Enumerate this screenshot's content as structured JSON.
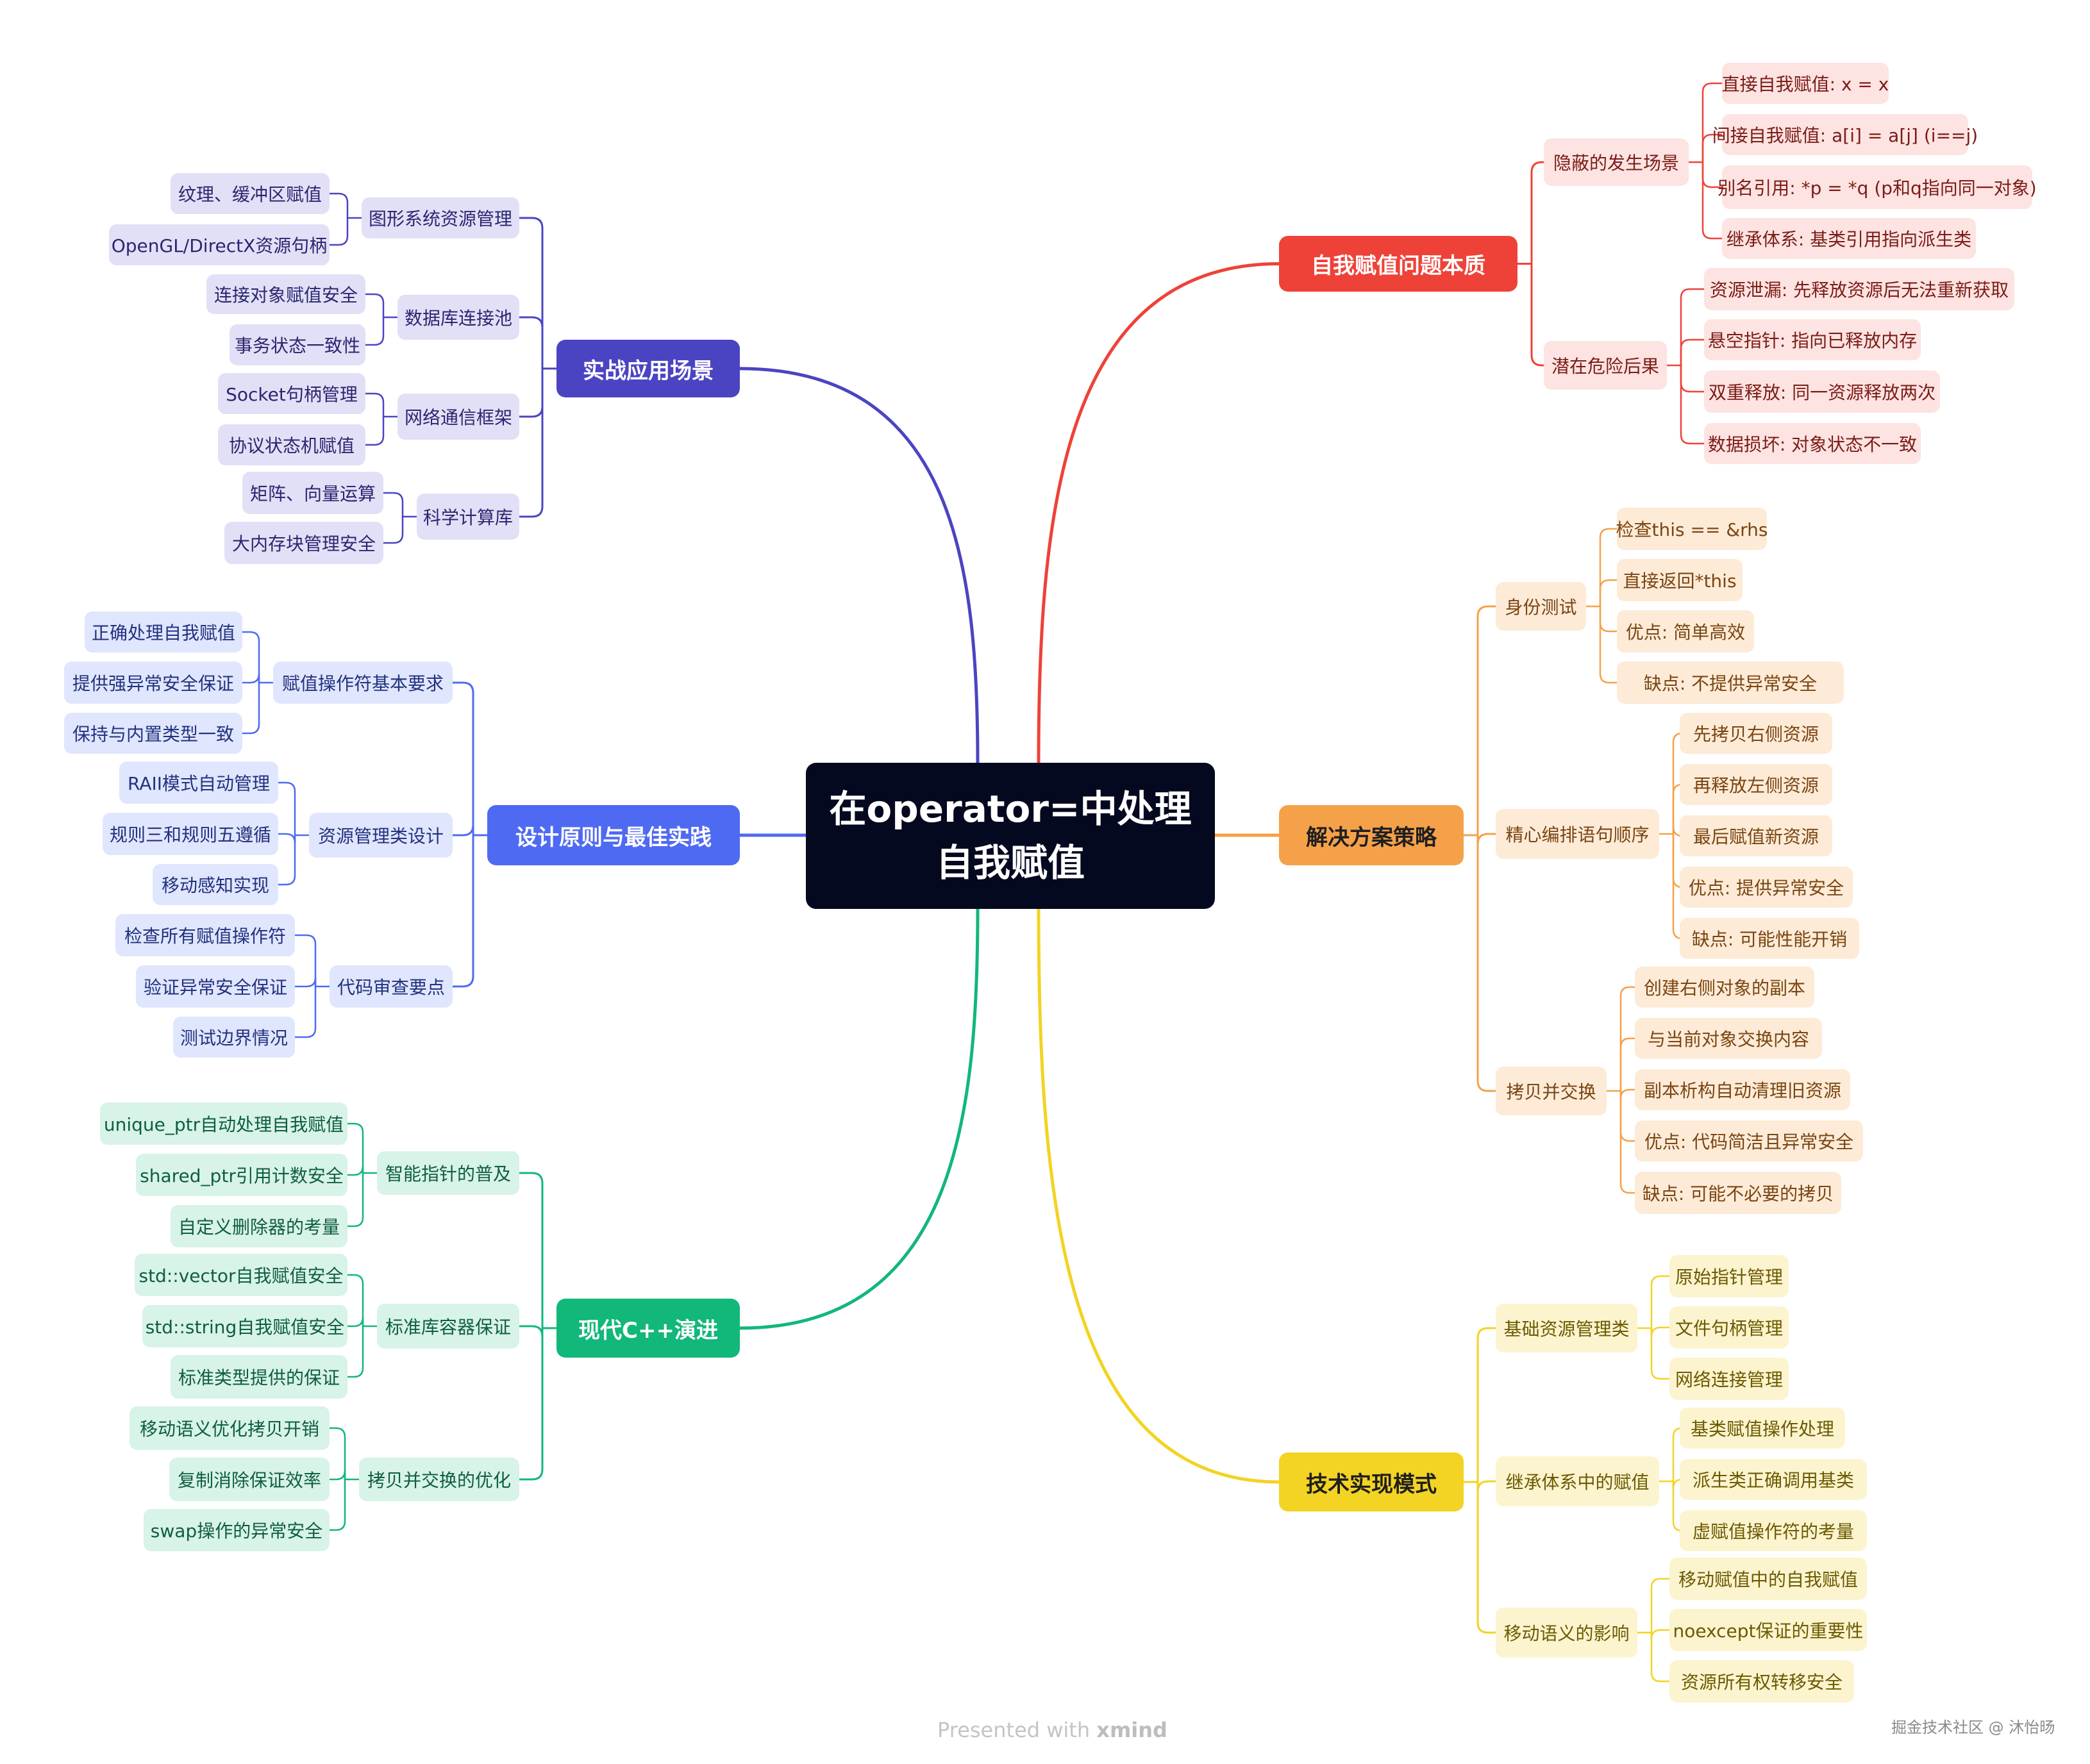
{
  "central": {
    "line1": "在operator=中处理",
    "line2": "自我赋值"
  },
  "colors": {
    "central_bg": "#05091f",
    "red": "#ee4238",
    "orange": "#f5a14a",
    "yellow": "#f3d323",
    "green": "#12b77a",
    "blue": "#4f6af2",
    "indigo": "#4b44c2"
  },
  "branches": [
    {
      "label": "自我赋值问题本质",
      "color": "red",
      "children": [
        {
          "label": "隐蔽的发生场景",
          "children": [
            "直接自我赋值: x = x",
            "间接自我赋值: a[i] = a[j] (i==j)",
            "别名引用: *p = *q (p和q指向同一对象)",
            "继承体系: 基类引用指向派生类"
          ]
        },
        {
          "label": "潜在危险后果",
          "children": [
            "资源泄漏: 先释放资源后无法重新获取",
            "悬空指针: 指向已释放内存",
            "双重释放: 同一资源释放两次",
            "数据损坏: 对象状态不一致"
          ]
        }
      ]
    },
    {
      "label": "解决方案策略",
      "color": "orange",
      "children": [
        {
          "label": "身份测试",
          "children": [
            "检查this == &rhs",
            "直接返回*this",
            "优点: 简单高效",
            "缺点: 不提供异常安全"
          ]
        },
        {
          "label": "精心编排语句顺序",
          "children": [
            "先拷贝右侧资源",
            "再释放左侧资源",
            "最后赋值新资源",
            "优点: 提供异常安全",
            "缺点: 可能性能开销"
          ]
        },
        {
          "label": "拷贝并交换",
          "children": [
            "创建右侧对象的副本",
            "与当前对象交换内容",
            "副本析构自动清理旧资源",
            "优点: 代码简洁且异常安全",
            "缺点: 可能不必要的拷贝"
          ]
        }
      ]
    },
    {
      "label": "技术实现模式",
      "color": "yellow",
      "children": [
        {
          "label": "基础资源管理类",
          "children": [
            "原始指针管理",
            "文件句柄管理",
            "网络连接管理"
          ]
        },
        {
          "label": "继承体系中的赋值",
          "children": [
            "基类赋值操作处理",
            "派生类正确调用基类",
            "虚赋值操作符的考量"
          ]
        },
        {
          "label": "移动语义的影响",
          "children": [
            "移动赋值中的自我赋值",
            "noexcept保证的重要性",
            "资源所有权转移安全"
          ]
        }
      ]
    },
    {
      "label": "实战应用场景",
      "color": "indigo",
      "children": [
        {
          "label": "图形系统资源管理",
          "children": [
            "纹理、缓冲区赋值",
            "OpenGL/DirectX资源句柄"
          ]
        },
        {
          "label": "数据库连接池",
          "children": [
            "连接对象赋值安全",
            "事务状态一致性"
          ]
        },
        {
          "label": "网络通信框架",
          "children": [
            "Socket句柄管理",
            "协议状态机赋值"
          ]
        },
        {
          "label": "科学计算库",
          "children": [
            "矩阵、向量运算",
            "大内存块管理安全"
          ]
        }
      ]
    },
    {
      "label": "设计原则与最佳实践",
      "color": "blue",
      "children": [
        {
          "label": "赋值操作符基本要求",
          "children": [
            "正确处理自我赋值",
            "提供强异常安全保证",
            "保持与内置类型一致"
          ]
        },
        {
          "label": "资源管理类设计",
          "children": [
            "RAII模式自动管理",
            "规则三和规则五遵循",
            "移动感知实现"
          ]
        },
        {
          "label": "代码审查要点",
          "children": [
            "检查所有赋值操作符",
            "验证异常安全保证",
            "测试边界情况"
          ]
        }
      ]
    },
    {
      "label": "现代C++演进",
      "color": "green",
      "children": [
        {
          "label": "智能指针的普及",
          "children": [
            "unique_ptr自动处理自我赋值",
            "shared_ptr引用计数安全",
            "自定义删除器的考量"
          ]
        },
        {
          "label": "标准库容器保证",
          "children": [
            "std::vector自我赋值安全",
            "std::string自我赋值安全",
            "标准类型提供的保证"
          ]
        },
        {
          "label": "拷贝并交换的优化",
          "children": [
            "移动语义优化拷贝开销",
            "复制消除保证效率",
            "swap操作的异常安全"
          ]
        }
      ]
    }
  ],
  "footer": {
    "prefix": "Presented with ",
    "brand": "xmind"
  },
  "watermark": "掘金技术社区 @ 沐怡旸"
}
